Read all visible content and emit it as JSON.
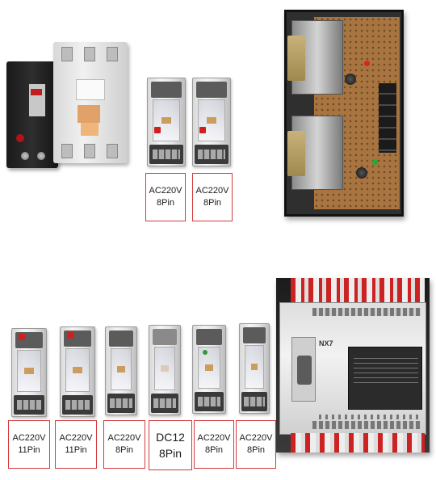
{
  "labels": [
    {
      "line1": "AC220V",
      "line2": "8Pin"
    },
    {
      "line1": "AC220V",
      "line2": "8Pin"
    },
    {
      "line1": "AC220V",
      "line2": "11Pin"
    },
    {
      "line1": "AC220V",
      "line2": "11Pin"
    },
    {
      "line1": "AC220V",
      "line2": "8Pin"
    },
    {
      "line1": "DC12",
      "line2": "8Pin"
    },
    {
      "line1": "AC220V",
      "line2": "8Pin"
    },
    {
      "line1": "AC220V",
      "line2": "8Pin"
    }
  ],
  "plc": {
    "brand": "NX7"
  },
  "colors": {
    "label_border": "#d23a3a",
    "background": "#ffffff"
  }
}
